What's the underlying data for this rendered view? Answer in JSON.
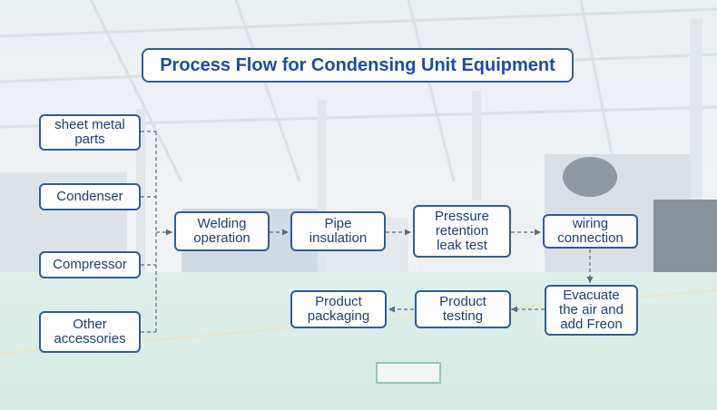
{
  "title": "Process Flow for Condensing Unit Equipment",
  "inputs": [
    {
      "label": "sheet metal\nparts"
    },
    {
      "label": "Condenser"
    },
    {
      "label": "Compressor"
    },
    {
      "label": "Other\naccessories"
    }
  ],
  "flow": [
    {
      "label": "Welding\noperation"
    },
    {
      "label": "Pipe\ninsulation"
    },
    {
      "label": "Pressure\nretention\nleak test"
    },
    {
      "label": "wiring\nconnection"
    },
    {
      "label": "Evacuate\nthe air and\nadd Freon"
    },
    {
      "label": "Product\ntesting"
    },
    {
      "label": "Product\npackaging"
    }
  ],
  "colors": {
    "accent": "#2f5d9a",
    "title_text": "#1f4da0",
    "box_text": "#1d3f7a"
  }
}
